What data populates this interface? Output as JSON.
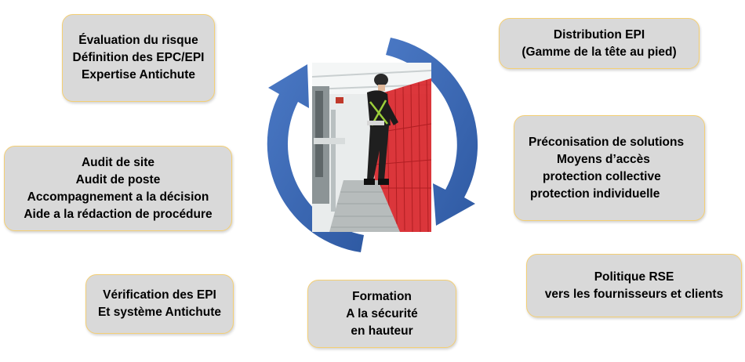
{
  "boxes": {
    "risk": {
      "lines": [
        "Évaluation du risque",
        "Définition des EPC/EPI",
        "Expertise Antichute"
      ]
    },
    "audit": {
      "lines": [
        "Audit de site",
        "Audit de poste",
        "Accompagnement a la décision",
        "Aide a la rédaction de procédure"
      ]
    },
    "verification": {
      "lines": [
        "Vérification des EPI",
        "Et système Antichute"
      ]
    },
    "formation": {
      "lines": [
        "Formation",
        "A la sécurité",
        "en hauteur"
      ]
    },
    "distribution": {
      "lines": [
        "Distribution EPI",
        "(Gamme de la tête au pied)"
      ]
    },
    "preconisation": {
      "lines": [
        "Préconisation de solutions",
        "Moyens d’accès",
        "protection collective",
        "protection  individuelle"
      ]
    },
    "rse": {
      "lines": [
        "Politique RSE",
        "vers les fournisseurs et clients"
      ]
    }
  },
  "colors": {
    "box_fill": "#d9d9d9",
    "box_border": "#f4cf74",
    "arrow_blue": "#3b67b3",
    "railing_red": "#d9262b"
  },
  "center_image": {
    "icon": "worker-on-walkway-photo"
  },
  "arrows": {
    "icon": "circular-cycle-arrows"
  }
}
